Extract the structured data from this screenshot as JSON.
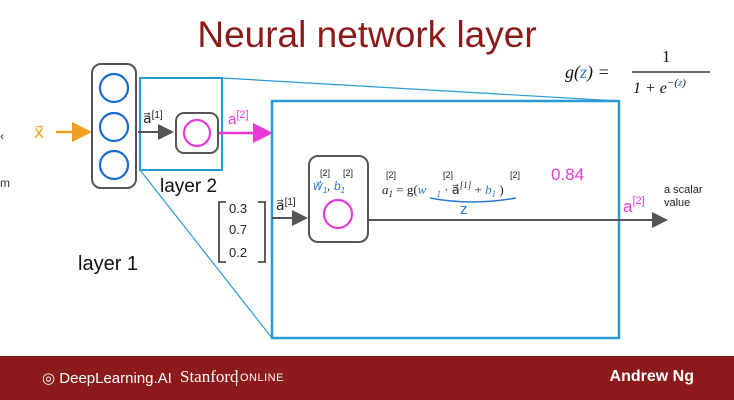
{
  "slide": {
    "title": "Neural network layer",
    "formula": {
      "lhs": "g(",
      "z": "z",
      "eq": ") =",
      "numerator": "1",
      "denominator_base": "1 + e",
      "denominator_exp_pre": "−(",
      "denominator_exp_z": "z",
      "denominator_exp_post": ")"
    },
    "input_label": "x⃗",
    "layer1_label": "layer 1",
    "layer2_label": "layer 2",
    "a1_top": "a⃗",
    "a1_top_sup": "[1]",
    "a2_top": "a",
    "a2_top_sup": "[2]",
    "a1_mid": "a⃗",
    "a1_mid_sup": "[1]",
    "vector_values": [
      "0.3",
      "0.7",
      "0.2"
    ],
    "neuron_params": {
      "w": "w⃗",
      "w_sub": "1",
      "w_sup": "[2]",
      "sep": ", ",
      "b": "b",
      "b_sub": "1",
      "b_sup": "[2]"
    },
    "equation": {
      "a": "a",
      "a_sub": "1",
      "a_sup": "[2]",
      "eq": " = g(",
      "w": "w⃗",
      "w_sub": "1",
      "w_sup": "[2]",
      "dot": " · a⃗",
      "a_vec_sup": "[1]",
      "plus": " + ",
      "b": "b",
      "b_sub": "1",
      "b_sup": "[2]",
      "close": " )"
    },
    "z_label": "z",
    "output_value": "0.84",
    "output_a": "a",
    "output_sup": "[2]",
    "scalar_text_line1": "a scalar",
    "scalar_text_line2": "value",
    "left_cut_text": "m"
  },
  "colors": {
    "title": "#8b1a1a",
    "blue_box": "#2a9ad6",
    "magenta": "#e83ad6",
    "orange": "#f0a020",
    "eq_blue": "#2a7ad0",
    "footer": "#8d1a1a"
  },
  "footer": {
    "deeplearning": "DeepLearning.AI",
    "stanford": "Stanford",
    "online": "ONLINE",
    "presenter": "Andrew Ng"
  }
}
